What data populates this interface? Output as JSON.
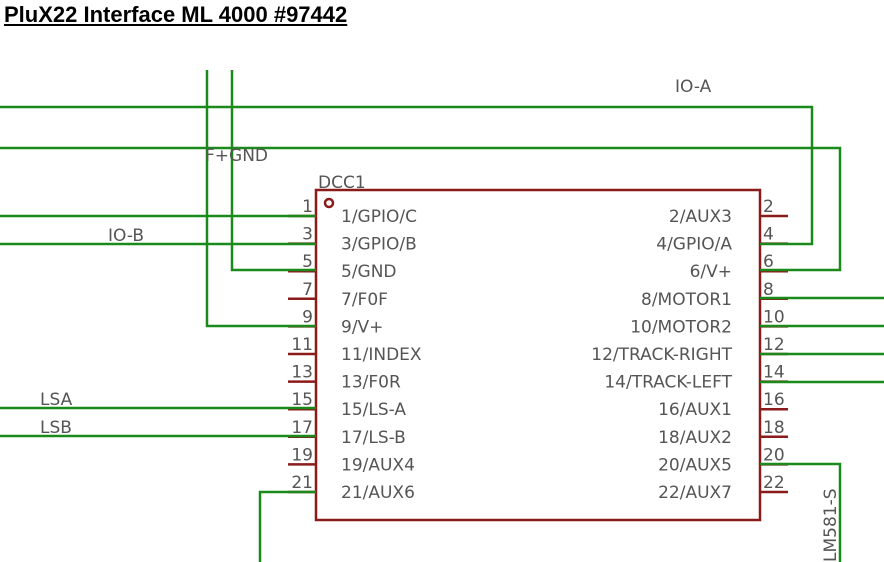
{
  "title": "PluX22 Interface ML 4000 #97442",
  "component": {
    "ref": "DCC1",
    "left_pins": [
      {
        "num": "1",
        "name": "1/GPIO/C"
      },
      {
        "num": "3",
        "name": "3/GPIO/B"
      },
      {
        "num": "5",
        "name": "5/GND"
      },
      {
        "num": "7",
        "name": "7/F0F"
      },
      {
        "num": "9",
        "name": "9/V+"
      },
      {
        "num": "11",
        "name": "11/INDEX"
      },
      {
        "num": "13",
        "name": "13/F0R"
      },
      {
        "num": "15",
        "name": "15/LS-A"
      },
      {
        "num": "17",
        "name": "17/LS-B"
      },
      {
        "num": "19",
        "name": "19/AUX4"
      },
      {
        "num": "21",
        "name": "21/AUX6"
      }
    ],
    "right_pins": [
      {
        "num": "2",
        "name": "2/AUX3"
      },
      {
        "num": "4",
        "name": "4/GPIO/A"
      },
      {
        "num": "6",
        "name": "6/V+"
      },
      {
        "num": "8",
        "name": "8/MOTOR1"
      },
      {
        "num": "10",
        "name": "10/MOTOR2"
      },
      {
        "num": "12",
        "name": "12/TRACK-RIGHT"
      },
      {
        "num": "14",
        "name": "14/TRACK-LEFT"
      },
      {
        "num": "16",
        "name": "16/AUX1"
      },
      {
        "num": "18",
        "name": "18/AUX2"
      },
      {
        "num": "20",
        "name": "20/AUX5"
      },
      {
        "num": "22",
        "name": "22/AUX7"
      }
    ]
  },
  "net_labels": {
    "io_a": "IO-A",
    "f_gnd": "F+GND",
    "io_b": "IO-B",
    "lsa": "LSA",
    "lsb": "LSB",
    "side_label": "LM581-S"
  },
  "colors": {
    "wire": "#1a8a1a",
    "component_outline": "#8b1a1a",
    "text": "#555555",
    "title": "#000000"
  }
}
